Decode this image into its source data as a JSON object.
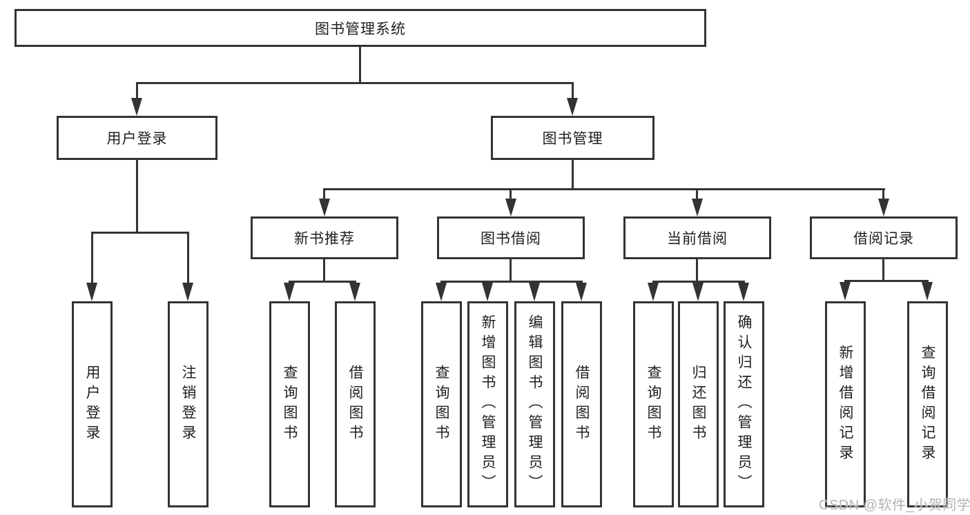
{
  "diagram": {
    "root": {
      "label": "图书管理系统"
    },
    "level2": [
      {
        "label": "用户登录"
      },
      {
        "label": "图书管理"
      }
    ],
    "level3": [
      {
        "label": "新书推荐"
      },
      {
        "label": "图书借阅"
      },
      {
        "label": "当前借阅"
      },
      {
        "label": "借阅记录"
      }
    ],
    "leaf_groups": [
      {
        "parent": "用户登录",
        "leaves": [
          "用户登录",
          "注销登录"
        ]
      },
      {
        "parent": "新书推荐",
        "leaves": [
          "查询图书",
          "借阅图书"
        ]
      },
      {
        "parent": "图书借阅",
        "leaves": [
          "查询图书",
          "新增图书（管理员）",
          "编辑图书（管理员）",
          "借阅图书"
        ]
      },
      {
        "parent": "当前借阅",
        "leaves": [
          "查询图书",
          "归还图书",
          "确认归还（管理员）"
        ]
      },
      {
        "parent": "借阅记录",
        "leaves": [
          "新增借阅记录",
          "查询借阅记录"
        ]
      }
    ]
  },
  "watermark": {
    "text": "CSDN @软件_小贺同学"
  },
  "colors": {
    "line": "#333333",
    "text": "#1f1f1f",
    "background": "#ffffff",
    "watermark": "#b3b3b3"
  }
}
